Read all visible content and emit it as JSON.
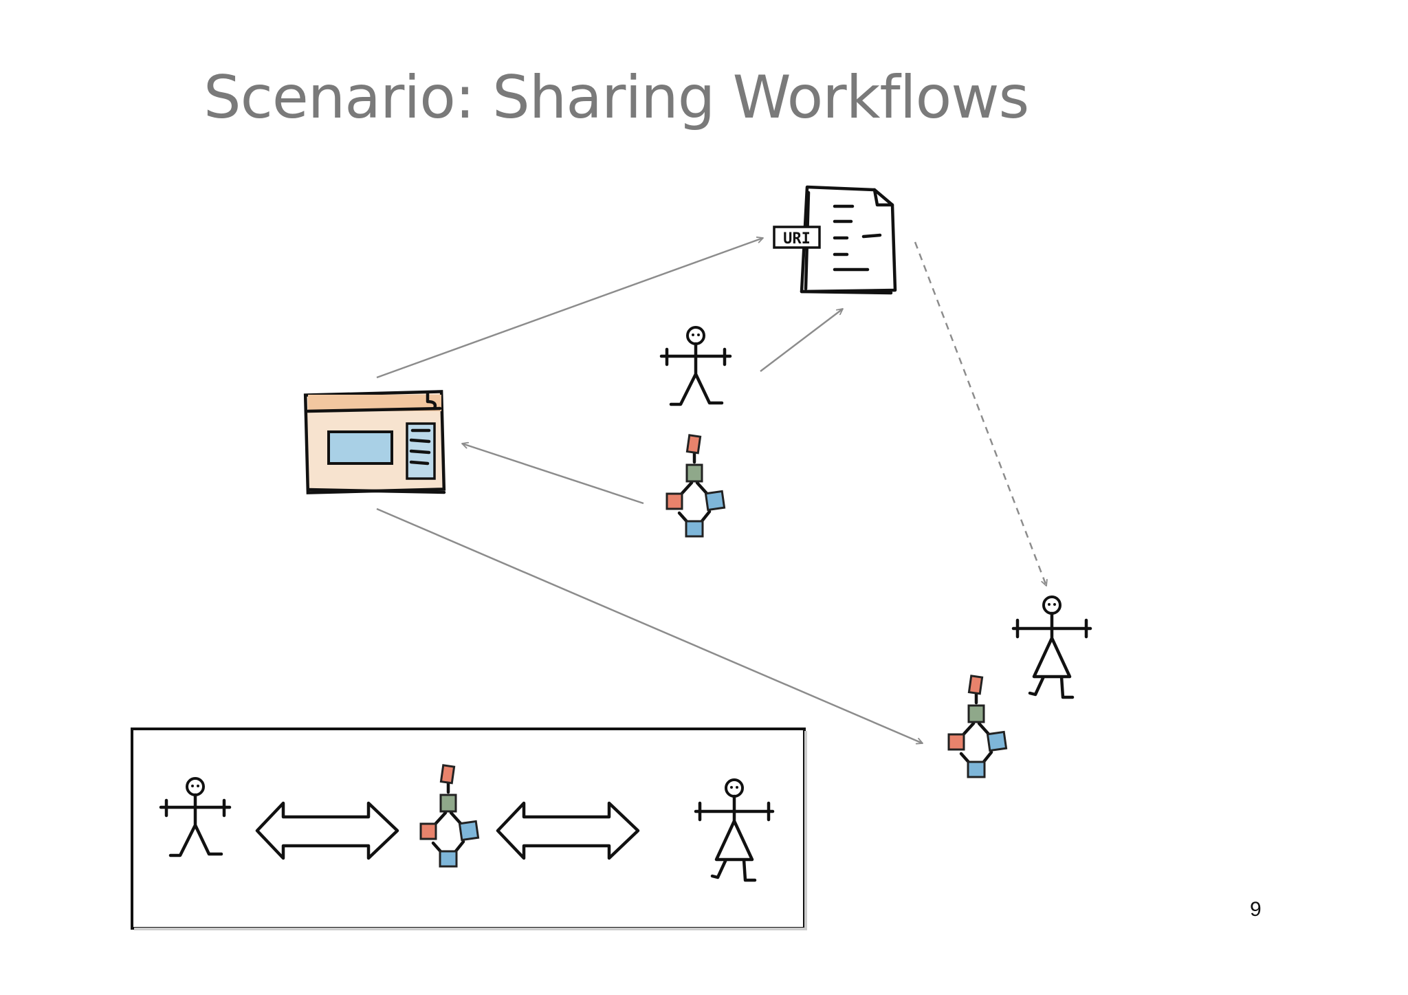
{
  "slide": {
    "title": "Scenario: Sharing Workflows",
    "page_number": "9"
  },
  "document": {
    "label": "URI"
  },
  "colors": {
    "title": "#7a7a7a",
    "arrow": "#8c8c8c",
    "node_red": "#e8836c",
    "node_green": "#8fa88a",
    "node_blue": "#7eb6d9",
    "window_frame": "#f2c7a0",
    "window_panel": "#a9d0e6"
  },
  "icons": [
    "document-icon",
    "person-icon",
    "woman-icon",
    "workflow-icon",
    "application-window-icon",
    "double-arrow-icon"
  ]
}
